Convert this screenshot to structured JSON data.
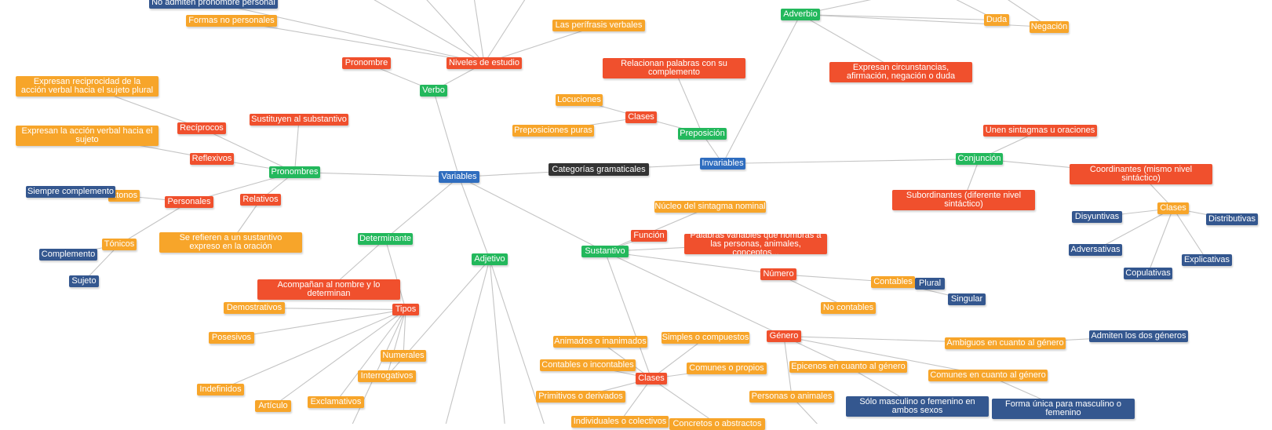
{
  "palette": {
    "green": "#23b85c",
    "blue": "#2f6dbf",
    "navy": "#34578f",
    "red": "#f0502d",
    "orange": "#f7a52a",
    "dark": "#343434",
    "edge": "#c4c4c4"
  },
  "nodes": {
    "categorias": "Categorías gramaticales",
    "variables": "Variables",
    "invariables": "Invariables",
    "verbo": "Verbo",
    "niveles": "Niveles de estudio",
    "pronombre": "Pronombre",
    "no_admiten": "No admiten pronombre personal",
    "formas_no_personales": "Formas no personales",
    "perifrasis": "Las perífrasis verbales",
    "adverbio": "Adverbio",
    "duda": "Duda",
    "negacion": "Negación",
    "expresan_circ": "Expresan circunstancias, afirmación, negación o duda",
    "relacionan": "Relacionan palabras con su complemento",
    "locuciones": "Locuciones",
    "clases_prep": "Clases",
    "prep_puras": "Preposiciones puras",
    "preposicion": "Preposición",
    "pronombres": "Pronombres",
    "sustituyen": "Sustituyen al substantivo",
    "reciprocos": "Recíprocos",
    "reciprocidad": "Expresan reciprocidad de la acción verbal hacia el sujeto plural",
    "reflexivos": "Reflexivos",
    "accion_sujeto": "Expresan la acción verbal hacia el sujeto",
    "personales": "Personales",
    "atonos": "Átonos",
    "siempre_compl": "Siempre complemento",
    "tonicos": "Tónicos",
    "complemento": "Complemento",
    "sujeto": "Sujeto",
    "relativos": "Relativos",
    "se_refieren": "Se refieren a un sustantivo expreso en la oración",
    "conjuncion": "Conjunción",
    "unen": "Unen sintagmas u oraciones",
    "coordinantes": "Coordinantes (mismo nivel sintáctico)",
    "subordinantes": "Subordinantes (diferente nivel sintáctico)",
    "clases_conj": "Clases",
    "disyuntivas": "Disyuntivas",
    "distributivas": "Distributivas",
    "adversativas": "Adversativas",
    "copulativas": "Copulativas",
    "explicativas": "Explicativas",
    "determinante": "Determinante",
    "acompanan": "Acompañan al nombre y lo determinan",
    "tipos": "Tipos",
    "demostrativos": "Demostrativos",
    "posesivos": "Posesivos",
    "indefinidos": "Indefinidos",
    "articulo": "Artículo",
    "exclamativos": "Exclamativos",
    "interrogativos": "Interrogativos",
    "numerales": "Numerales",
    "adjetivo": "Adjetivo",
    "sustantivo": "Sustantivo",
    "nucleo": "Núcleo del sintagma nominal",
    "funcion": "Función",
    "palabras_var": "Palabras variables que nombras a las personas, animales, conceptos...",
    "numero": "Número",
    "contables": "Contables",
    "plural": "Plural",
    "singular": "Singular",
    "no_contables": "No contables",
    "genero": "Género",
    "ambiguos": "Ambiguos en cuanto al género",
    "admiten_dos": "Admiten los dos géneros",
    "epicenos": "Epicenos en cuanto al género",
    "comunes_genero": "Comunes en cuanto al género",
    "personas_animales": "Personas o animales",
    "solo_masc": "Sólo masculino o femenino en ambos sexos",
    "forma_unica": "Forma única para masculino o femenino",
    "clases_sust": "Clases",
    "animados": "Animados o inanimados",
    "simples": "Simples o compuestos",
    "contables_inc": "Contables o incontables",
    "comunes_propios": "Comunes o propios",
    "primitivos": "Primitivos o derivados",
    "individuales": "Individuales o colectivos",
    "concretos": "Concretos o abstractos"
  }
}
